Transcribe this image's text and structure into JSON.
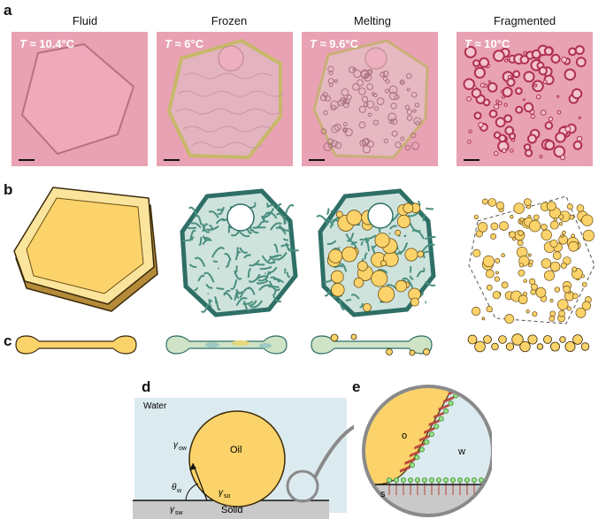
{
  "panels": {
    "a": "a",
    "b": "b",
    "c": "c",
    "d": "d",
    "e": "e"
  },
  "columns": [
    {
      "title": "Fluid",
      "temp_label": "T",
      "temp_value": " ≈ 10.4°C"
    },
    {
      "title": "Frozen",
      "temp_label": "T",
      "temp_value": " ≈ 6°C"
    },
    {
      "title": "Melting",
      "temp_label": "T",
      "temp_value": " ≈ 9.6°C"
    },
    {
      "title": "Fragmented",
      "temp_label": "T",
      "temp_value": " ≈ 10°C"
    }
  ],
  "diagram_d": {
    "water": "Water",
    "oil": "Oil",
    "solid": "Solid",
    "gamma_ow": "γ",
    "gamma_ow_sub": "ow",
    "gamma_so": "γ",
    "gamma_so_sub": "so",
    "gamma_sw": "γ",
    "gamma_sw_sub": "sw",
    "theta": "θ",
    "theta_sub": "w"
  },
  "diagram_e": {
    "o": "o",
    "w": "w",
    "s": "s"
  },
  "colors": {
    "micrograph": "#e8a2b3",
    "oil": "#fbd36a",
    "oil_edge": "#6b4f18",
    "water": "#dcebf0",
    "solid": "#c9c9c9",
    "frozen_blue": "#9fc9c2"
  }
}
